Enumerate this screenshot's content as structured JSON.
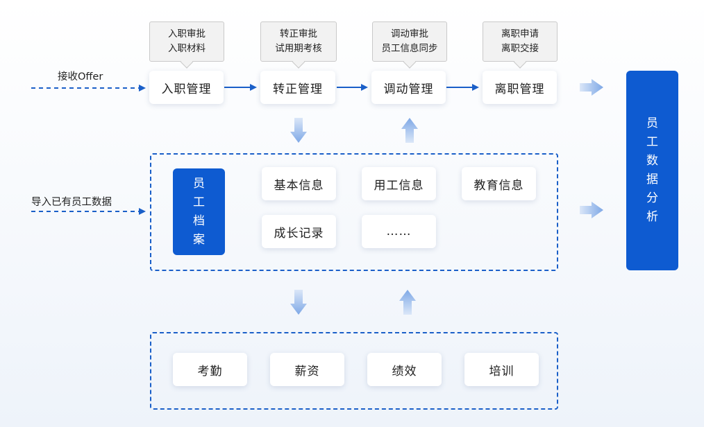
{
  "flow": {
    "input_offer": "接收Offer",
    "input_import": "导入已有员工数据",
    "stages": [
      {
        "label": "入职管理",
        "tip": [
          "入职审批",
          "入职材料"
        ]
      },
      {
        "label": "转正管理",
        "tip": [
          "转正审批",
          "试用期考核"
        ]
      },
      {
        "label": "调动管理",
        "tip": [
          "调动审批",
          "员工信息同步"
        ]
      },
      {
        "label": "离职管理",
        "tip": [
          "离职申请",
          "离职交接"
        ]
      }
    ]
  },
  "archive": {
    "title_chars": [
      "员",
      "工",
      "档",
      "案"
    ],
    "items": [
      "基本信息",
      "用工信息",
      "教育信息",
      "成长记录",
      "……"
    ]
  },
  "modules": [
    "考勤",
    "薪资",
    "绩效",
    "培训"
  ],
  "analysis": {
    "title_chars": [
      "员",
      "工",
      "数",
      "据",
      "分",
      "析"
    ]
  },
  "colors": {
    "accent": "#0e5bd1",
    "dashed": "#1a5fc8",
    "arrow_light": "#8fb4ea"
  }
}
